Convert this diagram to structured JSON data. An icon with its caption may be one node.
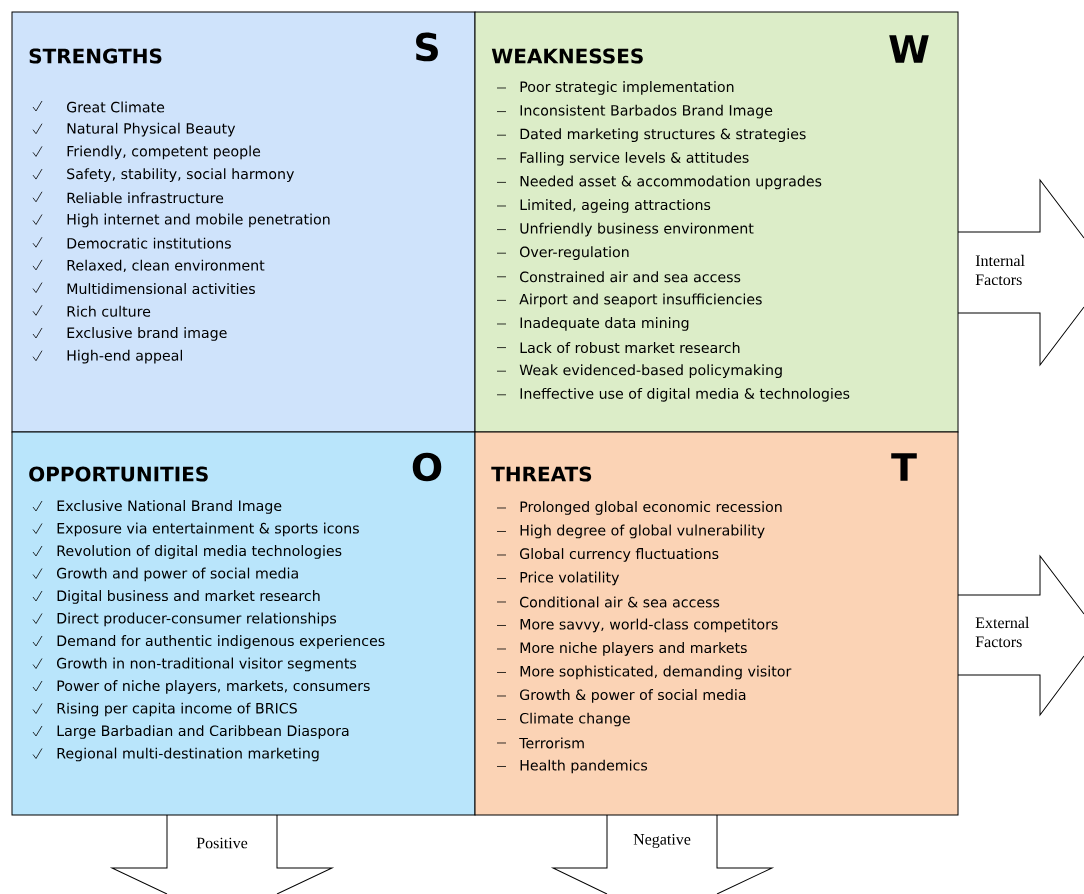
{
  "diagram": {
    "nodes": [
      {
        "text": [
          "STRENGTHS",
          "S",
          "Great Climate",
          "Natural Physical Beauty",
          "Friendly, competent people",
          "Safety, stability, social harmony",
          "Reliable infrastructure",
          "High internet and mobile penetration",
          "Democratic institutions",
          "Relaxed, clean environment",
          "Multidimensional activities",
          "Rich culture",
          "Exclusive brand image",
          "High-end appeal"
        ]
      },
      {
        "text": [
          "WEAKNESSES",
          "W",
          "Poor strategic implementation",
          "Inconsistent Barbados Brand Image",
          "Dated marketing structures & strategies",
          "Falling service levels & attitudes",
          "Needed asset & accommodation upgrades",
          "Limited, ageing attractions",
          "Unfriendly business environment",
          "Over-regulation",
          "Constrained air and sea access",
          "Airport and seaport insufficiencies",
          "Inadequate data mining",
          "Lack of robust market research",
          "Weak evidenced-based policymaking",
          "Ineffective use of digital media & technologies"
        ]
      },
      {
        "text": [
          "OPPORTUNITIES",
          "O",
          "Exclusive National Brand Image",
          "Exposure via entertainment & sports icons",
          "Revolution of digital media technologies",
          "Growth and power of social media",
          "Digital business and market research",
          "Direct producer-consumer relationships",
          "Demand for authentic indigenous experiences",
          "Growth in non-traditional visitor segments",
          "Power of niche players, markets, consumers",
          "Rising per capita income of BRICS",
          "Large Barbadian and Caribbean Diaspora",
          "Regional multi-destination marketing"
        ]
      },
      {
        "text": [
          "THREATS",
          "T",
          "Prolonged global economic recession",
          "High degree of global vulnerability",
          "Global currency fluctuations",
          "Price volatility",
          "Conditional air & sea access",
          "More savvy, world-class competitors",
          "More niche players and markets",
          "More sophisticated, demanding visitor",
          "Growth & power of social media",
          "Climate change",
          "Terrorism",
          "Health pandemics"
        ]
      },
      {
        "text": [
          "Internal Factors"
        ]
      },
      {
        "text": [
          "External Factors"
        ]
      },
      {
        "text": [
          "Positive"
        ]
      },
      {
        "text": [
          "Negative"
        ]
      }
    ]
  }
}
